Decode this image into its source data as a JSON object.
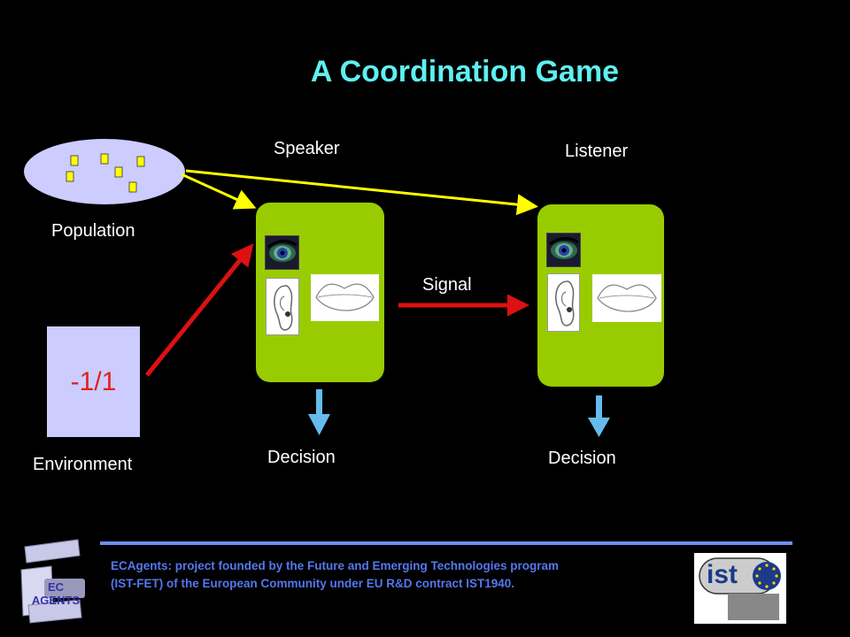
{
  "slide": {
    "title": "A Coordination Game",
    "labels": {
      "speaker": "Speaker",
      "listener": "Listener",
      "population": "Population",
      "signal": "Signal",
      "environment": "Environment",
      "environment_value": "-1/1",
      "decision_speaker": "Decision",
      "decision_listener": "Decision"
    },
    "footer": {
      "line1": "ECAgents: project founded by the Future and Emerging Technologies program",
      "line2": "(IST-FET) of the European Community under EU R&D contract IST1940."
    },
    "logos": {
      "left_icon": "ecagents-logo-icon",
      "left_text": "EC AGENTS",
      "right_icon": "ist-logo-icon",
      "right_text": "ist"
    },
    "colors": {
      "title": "#5ff0f0",
      "agent_fill": "#99cc00",
      "population_fill": "#ccccff",
      "environment_fill": "#ccccff",
      "environment_value": "#e02020",
      "arrow_yellow": "#ffff00",
      "arrow_red": "#dd1111",
      "arrow_blue": "#66bbee",
      "footer_text": "#5577ee"
    }
  }
}
